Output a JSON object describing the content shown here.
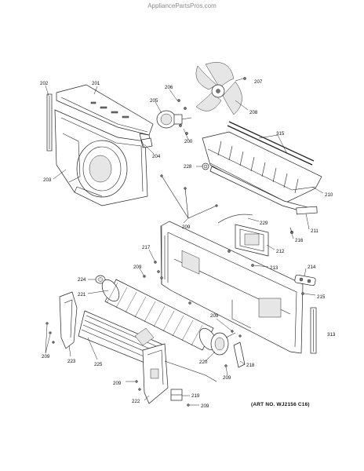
{
  "watermark": "AppliancePartsPros.com",
  "art_no": "(ART NO. WJ2156 C16)",
  "callouts": {
    "c202": "202",
    "c201": "201",
    "c206": "206",
    "c207": "207",
    "c205": "205",
    "c208": "208",
    "c200": "200",
    "c204": "204",
    "c203": "203",
    "c315": "315",
    "c228": "228",
    "c210": "210",
    "c209a": "209",
    "c229": "229",
    "c211": "211",
    "c216": "216",
    "c212": "212",
    "c217": "217",
    "c213": "213",
    "c209b": "209",
    "c214": "214",
    "c224": "224",
    "c221": "221",
    "c215": "215",
    "c209c": "209",
    "c313": "313",
    "c209d": "209",
    "c223": "223",
    "c225": "225",
    "c220": "220",
    "c218": "218",
    "c209e": "209",
    "c209f": "209",
    "c219": "219",
    "c222": "222",
    "c209g": "209"
  }
}
